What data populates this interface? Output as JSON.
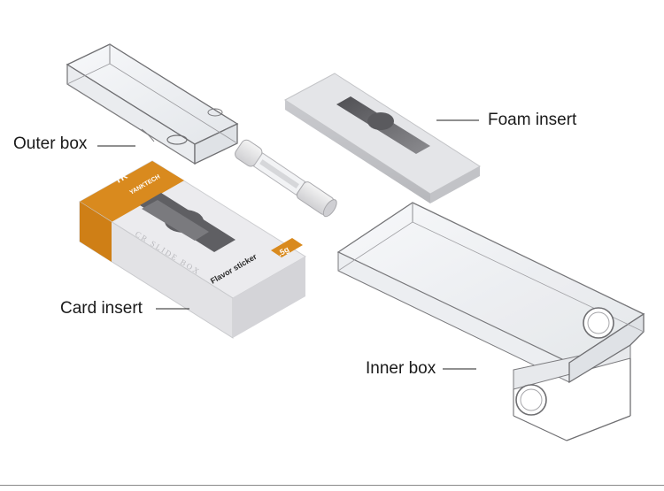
{
  "labels": {
    "outer_box": "Outer box",
    "foam_insert": "Foam insert",
    "card_insert": "Card insert",
    "inner_box": "Inner box"
  },
  "card_print": {
    "brand": "YANKTECH",
    "logo_mark": "TK",
    "product_line": "CR SLIDE BOX",
    "sticker_text": "Flavor sticker",
    "weight_badge": ".5g"
  },
  "colors": {
    "acrylic_edge": "#6f6f72",
    "acrylic_fill": "#eef0f3",
    "foam": "#dcdde0",
    "card": "#e9e9ec",
    "brand_orange": "#d98a1e",
    "window_dark": "#5f5f63"
  }
}
